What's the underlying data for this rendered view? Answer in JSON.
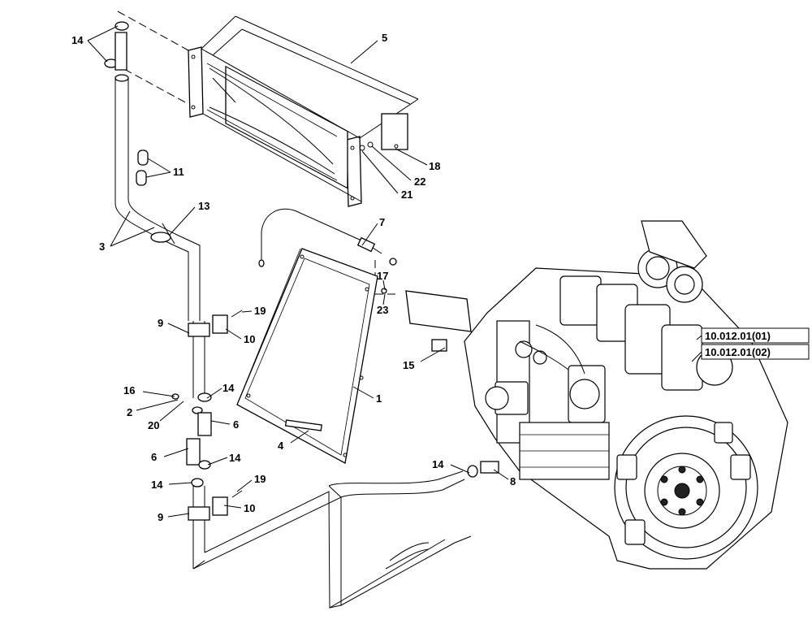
{
  "callouts": {
    "c1": "1",
    "c2": "2",
    "c3": "3",
    "c4": "4",
    "c5": "5",
    "c6a": "6",
    "c6b": "6",
    "c7": "7",
    "c8": "8",
    "c9a": "9",
    "c9b": "9",
    "c10a": "10",
    "c10b": "10",
    "c11": "11",
    "c13": "13",
    "c14a": "14",
    "c14b": "14",
    "c14c": "14",
    "c14d": "14",
    "c14e": "14",
    "c15": "15",
    "c16": "16",
    "c17": "17",
    "c18": "18",
    "c19a": "19",
    "c19b": "19",
    "c20": "20",
    "c21": "21",
    "c22": "22",
    "c23": "23"
  },
  "references": {
    "ref1": "10.012.01(01)",
    "ref2": "10.012.01(02)"
  }
}
